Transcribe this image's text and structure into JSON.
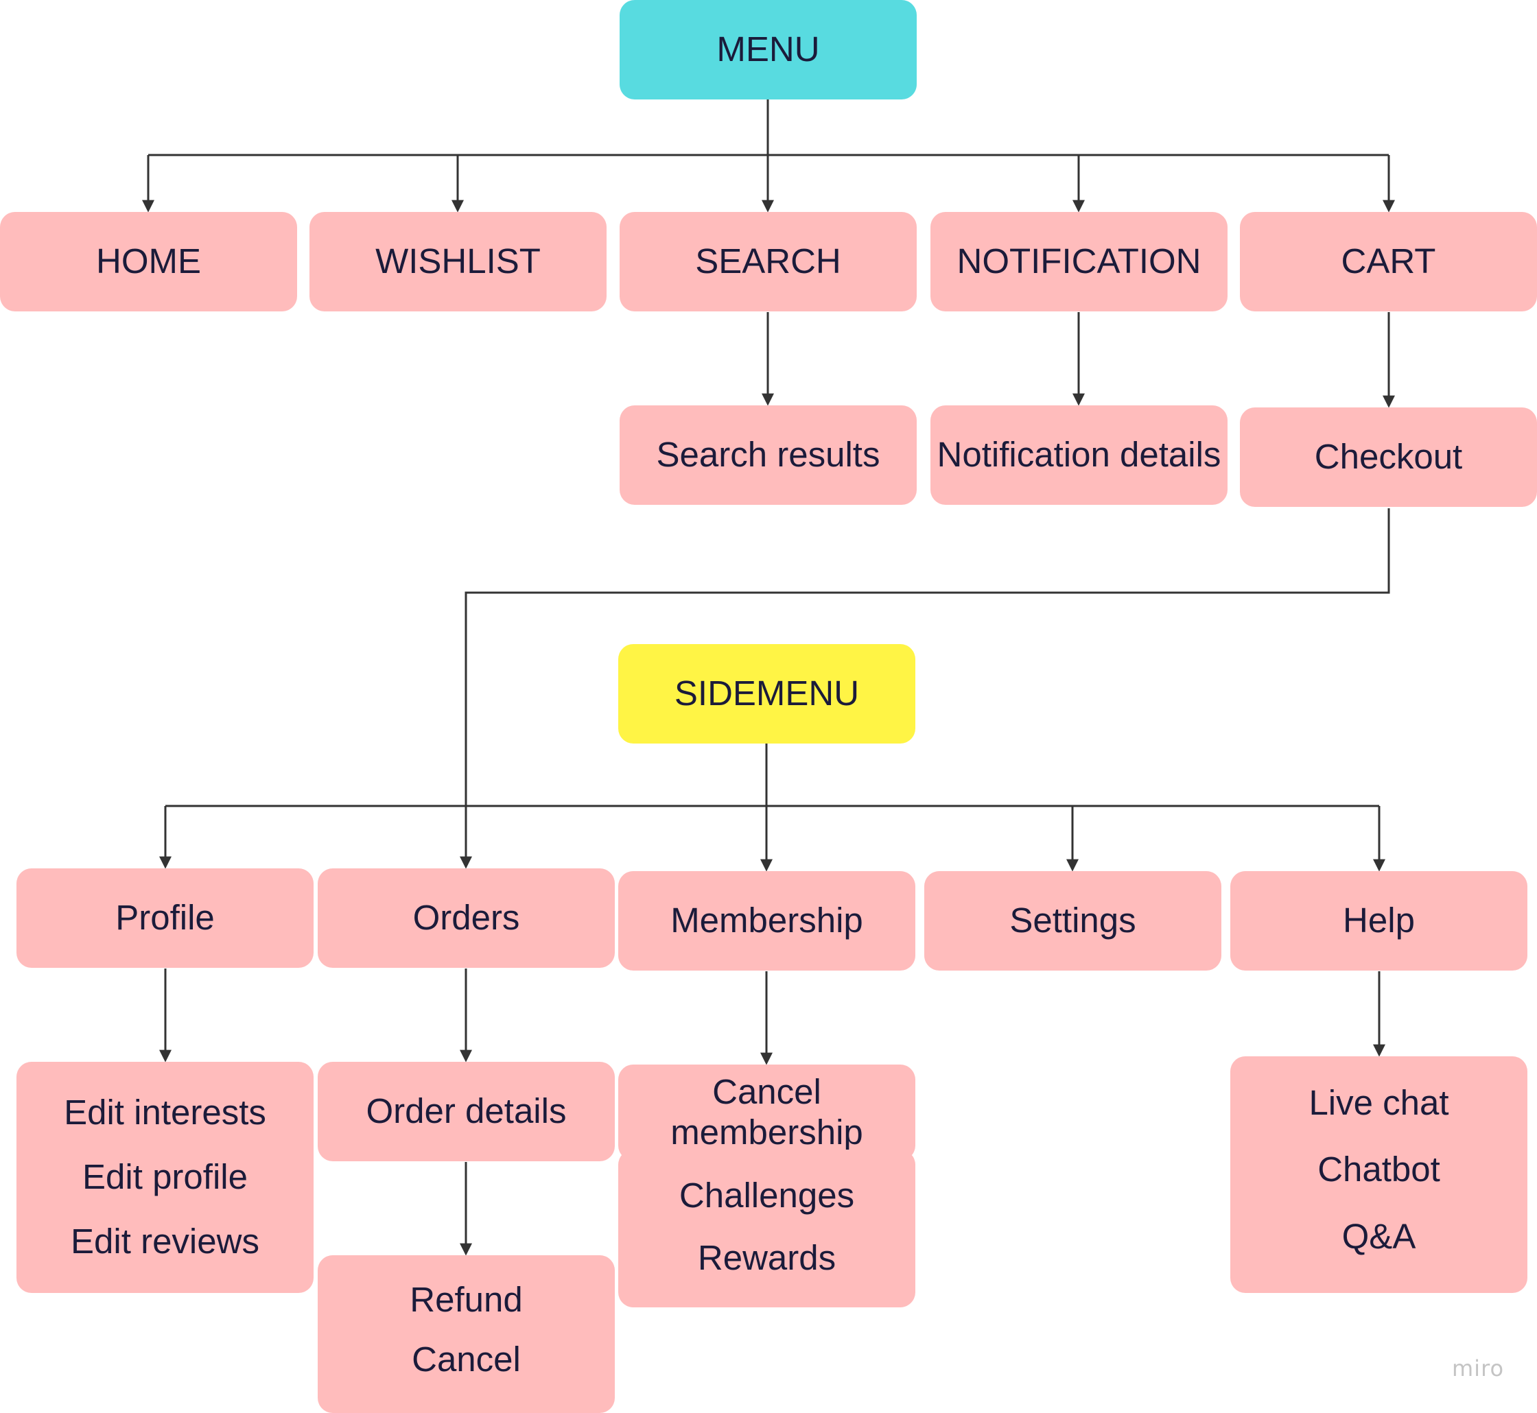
{
  "menu": {
    "label": "MENU",
    "color": "#58dbe0"
  },
  "sidemenu": {
    "label": "SIDEMENU",
    "color": "#fff445"
  },
  "node_color": "#ffbcbc",
  "menu_items": {
    "home": "HOME",
    "wishlist": "WISHLIST",
    "search": "SEARCH",
    "notification": "NOTIFICATION",
    "cart": "CART"
  },
  "menu_children": {
    "search_results": "Search results",
    "notification_details": "Notification details",
    "checkout": "Checkout"
  },
  "sidemenu_items": {
    "profile": "Profile",
    "orders": "Orders",
    "membership": "Membership",
    "settings": "Settings",
    "help": "Help"
  },
  "profile_children": [
    "Edit interests",
    "Edit profile",
    "Edit reviews"
  ],
  "orders_children": {
    "order_details": "Order details",
    "order_actions": [
      "Refund",
      "Cancel"
    ]
  },
  "membership_children": {
    "cancel_membership": [
      "Cancel",
      "membership"
    ],
    "more": [
      "Challenges",
      "Rewards"
    ]
  },
  "help_children": [
    "Live chat",
    "Chatbot",
    "Q&A"
  ],
  "watermark": "miro"
}
